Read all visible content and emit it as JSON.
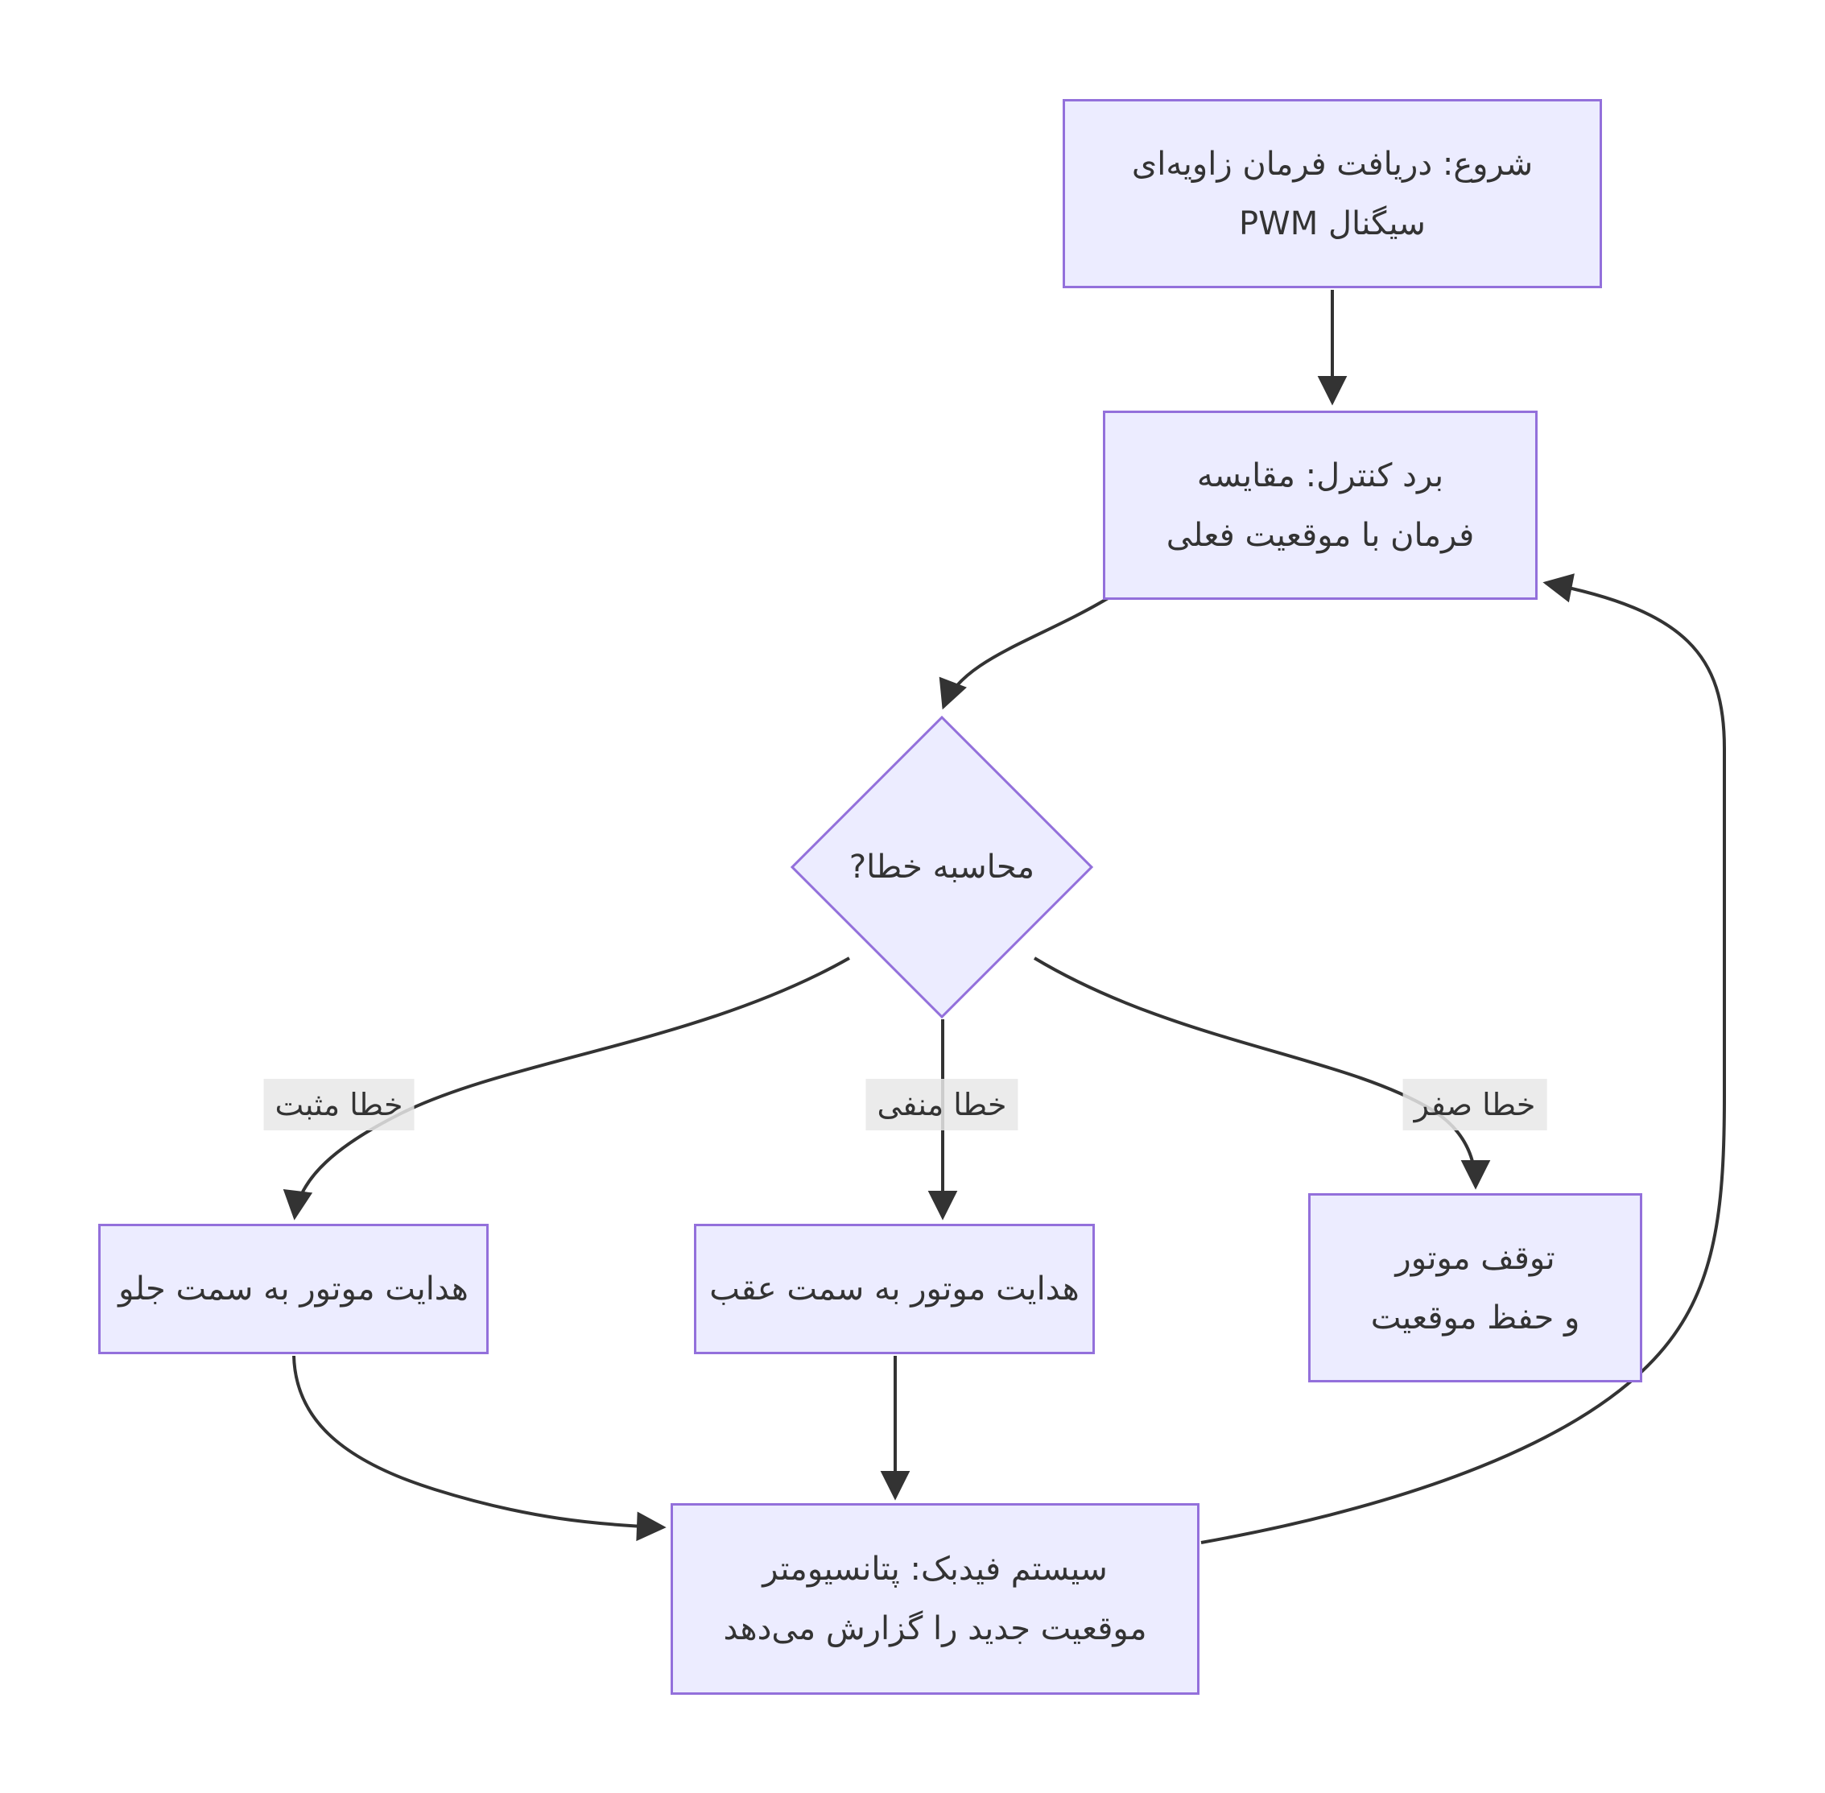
{
  "diagram": {
    "type": "flowchart",
    "colors": {
      "node_fill": "#ECECFF",
      "node_border": "#9370DB",
      "edge_color": "#333333",
      "label_bg": "#e8e8e8",
      "text_color": "#333333",
      "background": "#ffffff"
    },
    "nodes": {
      "start": {
        "line1": "شروع: دریافت فرمان زاویه‌ای",
        "line2": "سیگنال PWM"
      },
      "control": {
        "line1": "برد کنترل: مقایسه",
        "line2": "فرمان با موقعیت فعلی"
      },
      "decision": {
        "label": "محاسبه خطا?"
      },
      "forward": {
        "label": "هدایت موتور به سمت جلو"
      },
      "backward": {
        "label": "هدایت موتور به سمت عقب"
      },
      "stop": {
        "line1": "توقف موتور",
        "line2": "و حفظ موقعیت"
      },
      "feedback": {
        "line1": "سیستم فیدبک: پتانسیومتر",
        "line2": "موقعیت جدید را گزارش می‌دهد"
      }
    },
    "edge_labels": {
      "positive": "خطا مثبت",
      "negative": "خطا منفی",
      "zero": "خطا صفر"
    }
  }
}
